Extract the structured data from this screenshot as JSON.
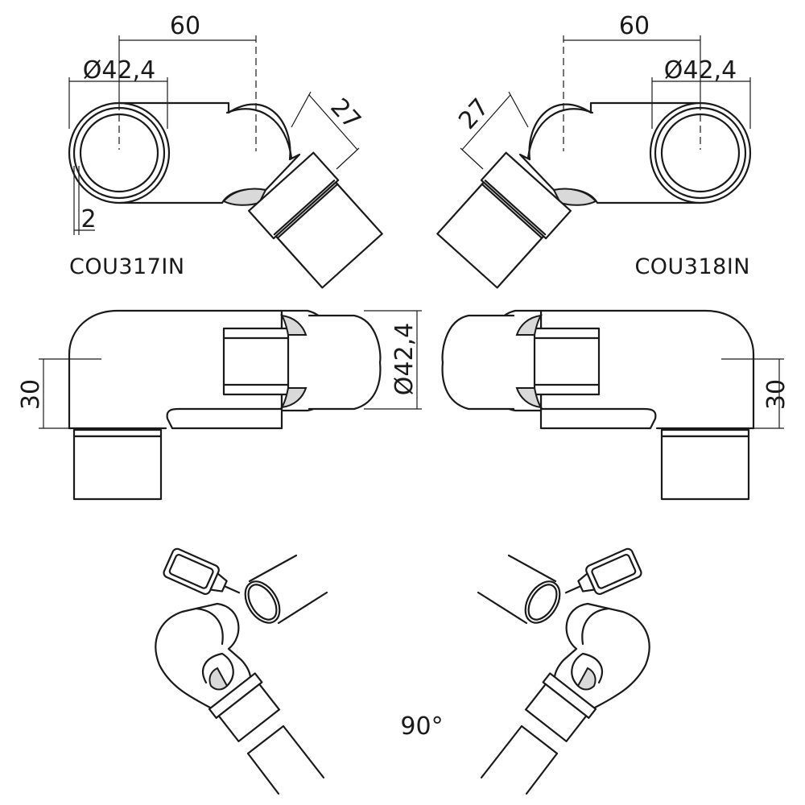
{
  "left_part": {
    "code": "COU317IN",
    "dim_spacing": "60",
    "dim_diameter": "Ø42,4",
    "dim_sleeve": "27",
    "dim_wall": "2",
    "dim_height": "30",
    "dim_side_diameter": "Ø42,4"
  },
  "right_part": {
    "code": "COU318IN",
    "dim_spacing": "60",
    "dim_diameter": "Ø42,4",
    "dim_sleeve": "27",
    "dim_height": "30"
  },
  "assembly": {
    "angle_label": "90°"
  }
}
